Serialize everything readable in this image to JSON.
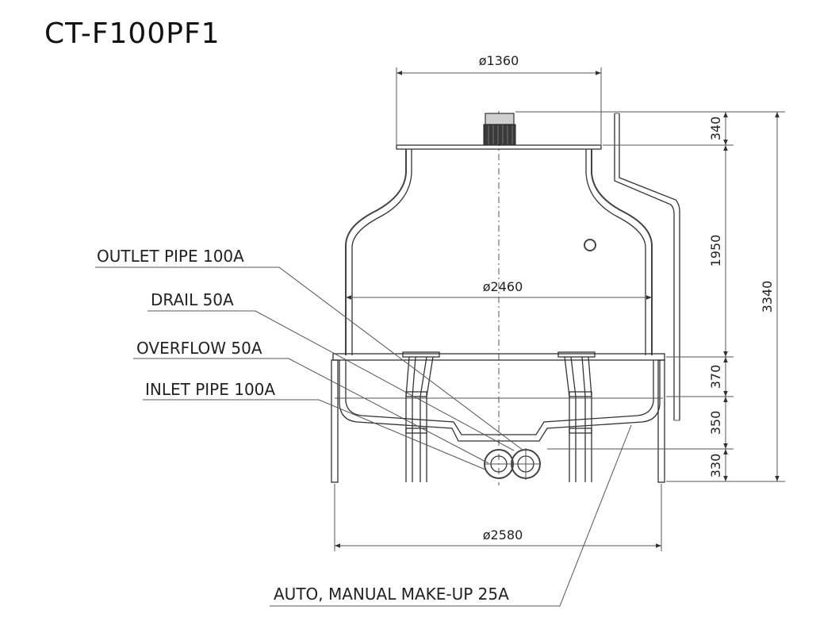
{
  "title": "CT-F100PF1",
  "dimensions": {
    "top_diameter": "ø1360",
    "body_diameter": "ø2460",
    "base_diameter": "ø2580",
    "fan_height": "340",
    "body_height": "1950",
    "total_height": "3340",
    "basin_height": "370",
    "lower_height": "350",
    "leg_height": "330"
  },
  "callouts": {
    "outlet_pipe": "OUTLET PIPE 100A",
    "drail": "DRAIL 50A",
    "overflow": "OVERFLOW 50A",
    "inlet_pipe": "INLET PIPE 100A",
    "makeup": "AUTO, MANUAL MAKE-UP 25A"
  }
}
